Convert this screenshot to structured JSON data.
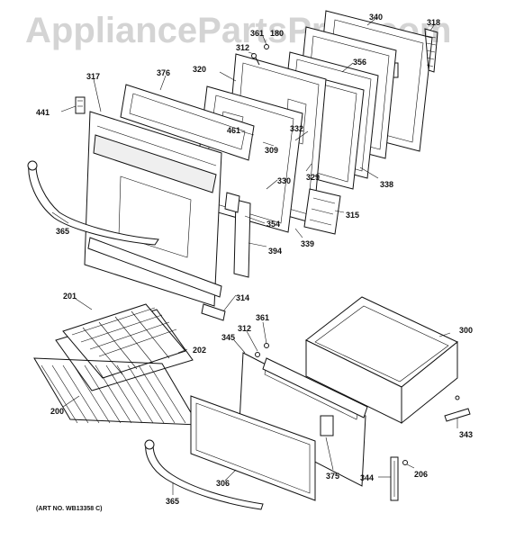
{
  "watermark": "AppliancePartsPros.com",
  "art_number": "(ART NO. WB13358 C)",
  "callouts": {
    "c340": "340",
    "c318": "318",
    "c361a": "361",
    "c180": "180",
    "c312a": "312",
    "c320": "320",
    "c376": "376",
    "c317": "317",
    "c441": "441",
    "c356": "356",
    "c332": "332",
    "c461": "461",
    "c309": "309",
    "c329": "329",
    "c330": "330",
    "c338": "338",
    "c315": "315",
    "c354": "354",
    "c339": "339",
    "c394": "394",
    "c365a": "365",
    "c314": "314",
    "c201": "201",
    "c202": "202",
    "c200": "200",
    "c361b": "361",
    "c312b": "312",
    "c345": "345",
    "c300": "300",
    "c343": "343",
    "c375": "375",
    "c344": "344",
    "c206": "206",
    "c306": "306",
    "c365b": "365"
  }
}
